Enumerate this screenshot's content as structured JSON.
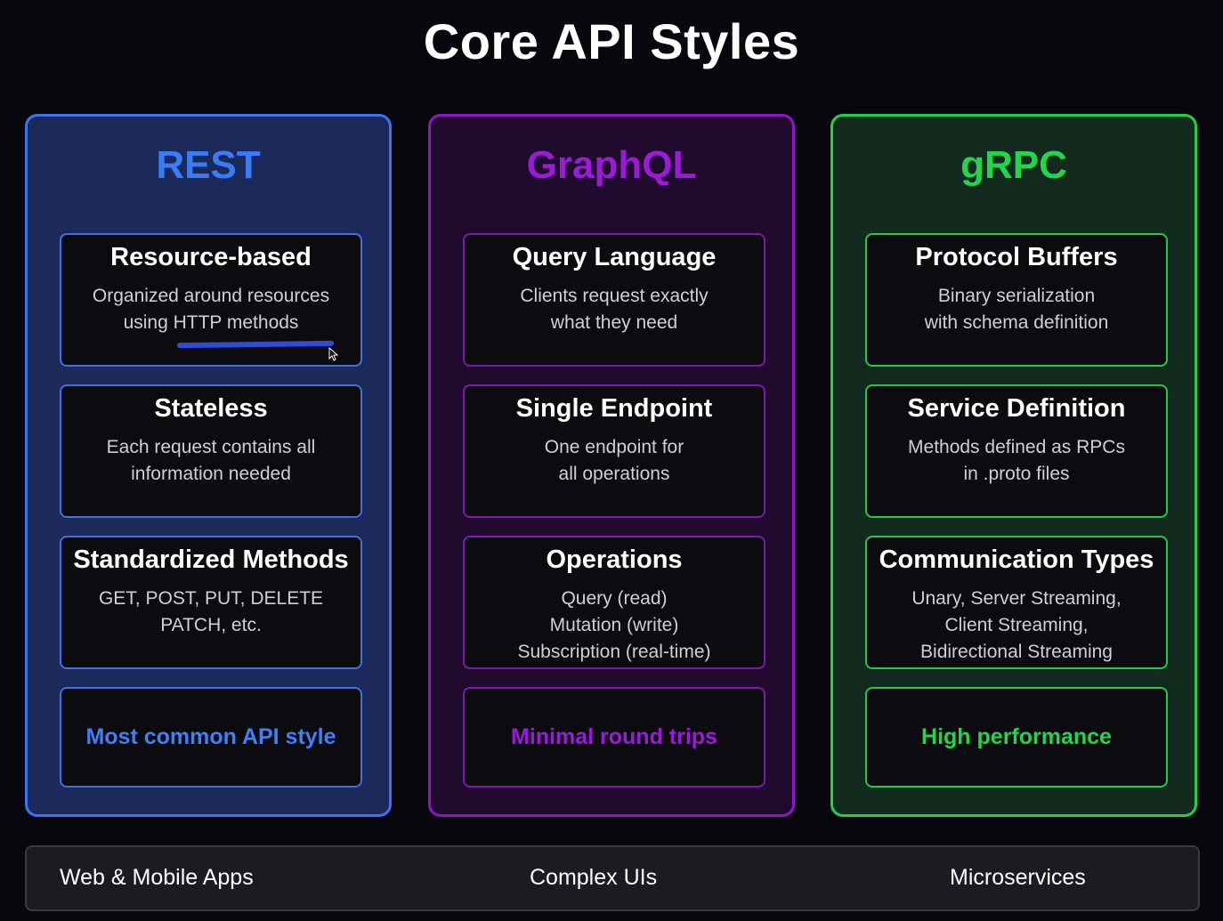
{
  "title": "Core API Styles",
  "columns": [
    {
      "name": "REST",
      "accent": "#3b7cf5",
      "cards": [
        {
          "title": "Resource-based",
          "lines": [
            "Organized around resources",
            "using HTTP methods"
          ]
        },
        {
          "title": "Stateless",
          "lines": [
            "Each request contains all",
            "information needed"
          ]
        },
        {
          "title": "Standardized Methods",
          "lines": [
            "GET, POST, PUT, DELETE",
            "PATCH, etc."
          ]
        }
      ],
      "highlight": "Most common API style"
    },
    {
      "name": "GraphQL",
      "accent": "#9a1bd6",
      "cards": [
        {
          "title": "Query Language",
          "lines": [
            "Clients request exactly",
            "what they need"
          ]
        },
        {
          "title": "Single Endpoint",
          "lines": [
            "One endpoint for",
            "all operations"
          ]
        },
        {
          "title": "Operations",
          "lines": [
            "Query (read)",
            "Mutation (write)",
            "Subscription (real-time)"
          ]
        }
      ],
      "highlight": "Minimal round trips"
    },
    {
      "name": "gRPC",
      "accent": "#22d64c",
      "cards": [
        {
          "title": "Protocol Buffers",
          "lines": [
            "Binary serialization",
            "with schema definition"
          ]
        },
        {
          "title": "Service Definition",
          "lines": [
            "Methods defined as RPCs",
            "in .proto files"
          ]
        },
        {
          "title": "Communication Types",
          "lines": [
            "Unary, Server Streaming,",
            "Client Streaming,",
            "Bidirectional Streaming"
          ]
        }
      ],
      "highlight": "High performance"
    }
  ],
  "use_cases": [
    "Web & Mobile Apps",
    "Complex UIs",
    "Microservices"
  ]
}
